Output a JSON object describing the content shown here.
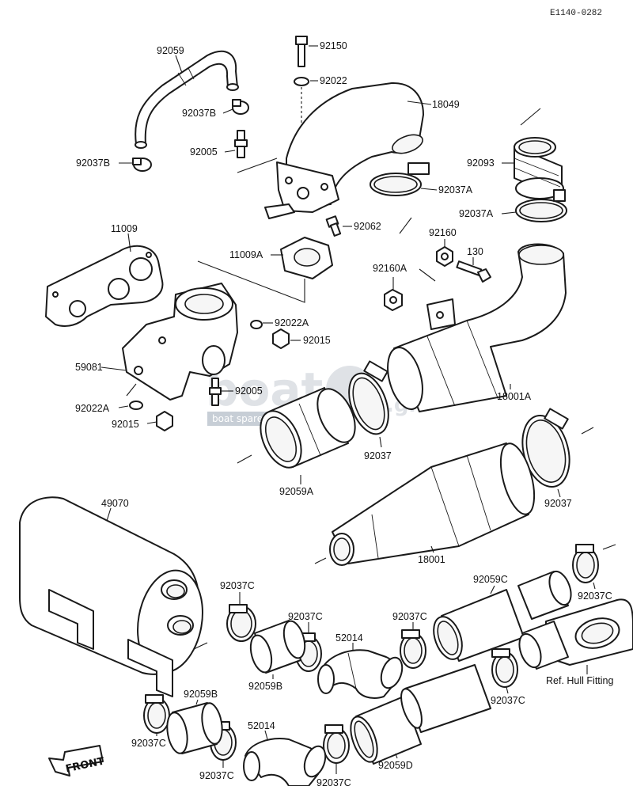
{
  "diagram_code": "E1140-0282",
  "watermark": {
    "brand_main": "boat",
    "brand_suffix": ".gr",
    "tagline": "boat spare parts"
  },
  "front_label": "FRONT",
  "labels": {
    "l92059": "92059",
    "l92150": "92150",
    "l92022": "92022",
    "l18049": "18049",
    "l92037B_a": "92037B",
    "l92005_a": "92005",
    "l92037B_b": "92037B",
    "l92093": "92093",
    "l92037A_a": "92037A",
    "l92037A_b": "92037A",
    "l92062": "92062",
    "l11009": "11009",
    "l92160": "92160",
    "l11009A": "11009A",
    "l130": "130",
    "l92160A": "92160A",
    "l92022A_a": "92022A",
    "l92015_a": "92015",
    "l59081": "59081",
    "l92005_b": "92005",
    "l18001A": "18001A",
    "l92022A_b": "92022A",
    "l92015_b": "92015",
    "l92037_a": "92037",
    "l92059A": "92059A",
    "l92037_b": "92037",
    "l49070": "49070",
    "l18001": "18001",
    "l92037C_1": "92037C",
    "l92059C": "92059C",
    "l92037C_2": "92037C",
    "l92037C_3": "92037C",
    "l92037C_4": "92037C",
    "l52014_a": "52014",
    "l92059B_a": "92059B",
    "l ref": "Ref. Hull Fitting",
    "l92037C_5": "92037C",
    "l92059B_b": "92059B",
    "l52014_b": "52014",
    "l92037C_6": "92037C",
    "l92037C_7": "92037C",
    "l92059D": "92059D",
    "l92037C_8": "92037C"
  }
}
